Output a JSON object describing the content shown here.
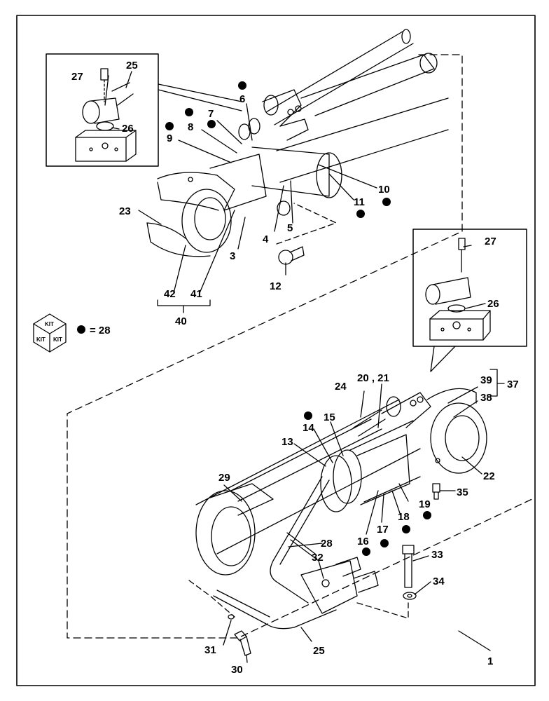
{
  "legend": {
    "kit_top": "KIT",
    "kit_left": "KIT",
    "kit_right": "KIT",
    "equals_text": "= 28"
  },
  "callouts": {
    "c1": "1",
    "c3": "3",
    "c4": "4",
    "c5": "5",
    "c6": "6",
    "c7": "7",
    "c8": "8",
    "c9": "9",
    "c10": "10",
    "c11": "11",
    "c12": "12",
    "c13": "13",
    "c14": "14",
    "c15": "15",
    "c16": "16",
    "c17": "17",
    "c18": "18",
    "c19": "19",
    "c20_21": "20 , 21",
    "c22": "22",
    "c23": "23",
    "c24": "24",
    "c25a": "25",
    "c25b": "25",
    "c26a": "26",
    "c26b": "26",
    "c27a": "27",
    "c27b": "27",
    "c28": "28",
    "c29": "29",
    "c30": "30",
    "c31": "31",
    "c32": "32",
    "c33": "33",
    "c34": "34",
    "c35": "35",
    "c37": "37",
    "c38": "38",
    "c39": "39",
    "c40": "40",
    "c41": "41",
    "c42": "42"
  }
}
